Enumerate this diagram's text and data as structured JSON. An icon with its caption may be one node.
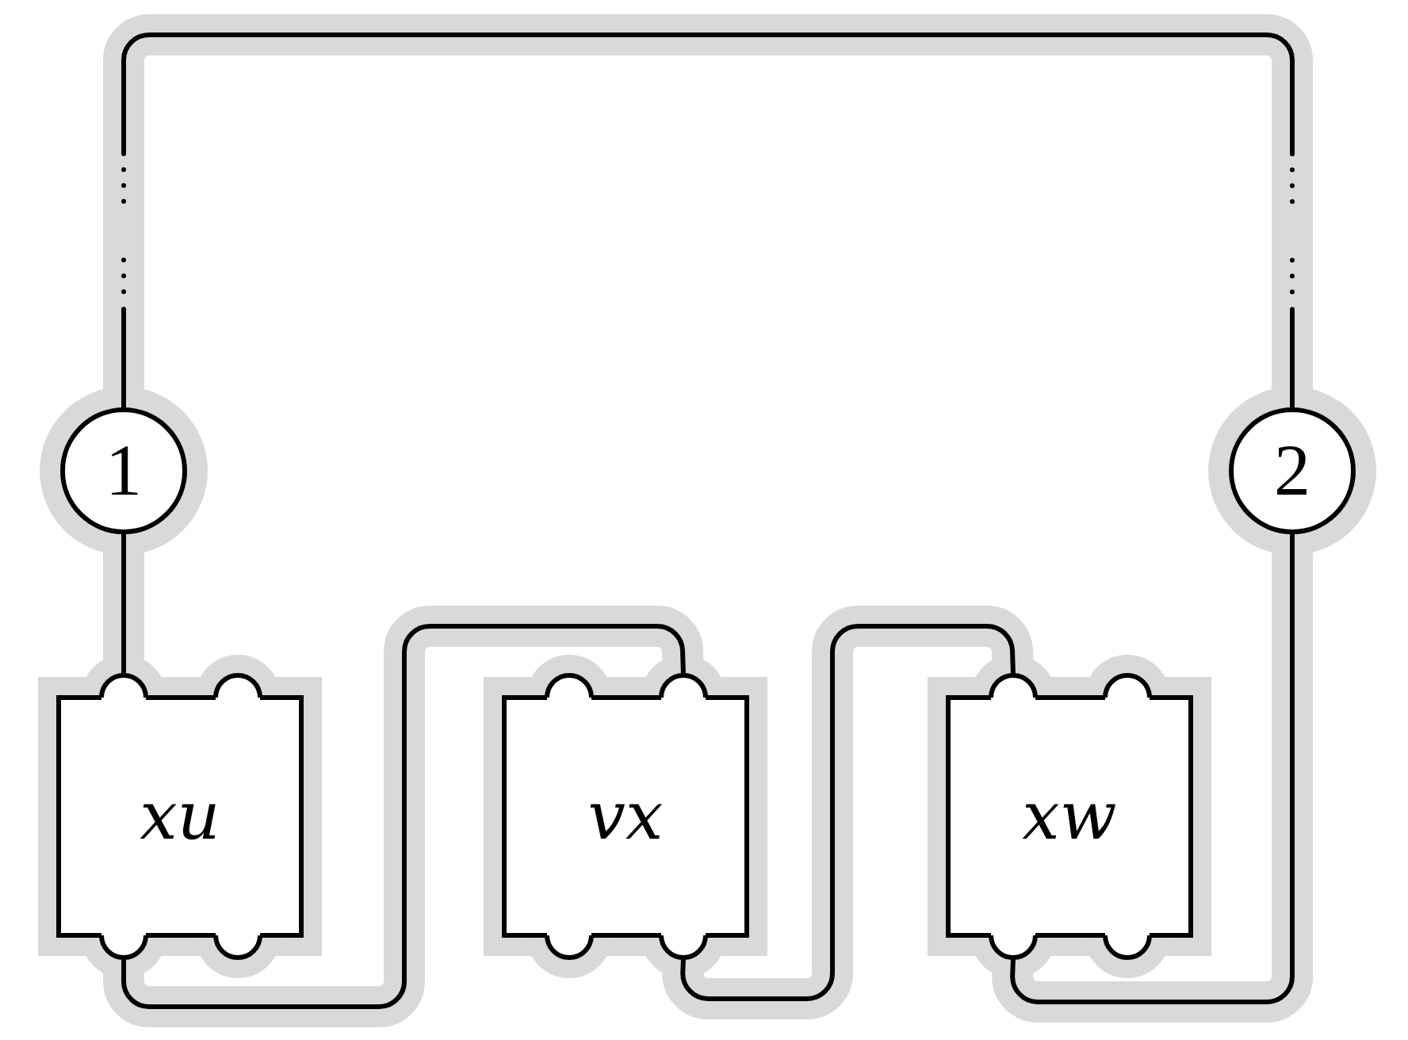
{
  "diagram": {
    "nodes": [
      {
        "text": [
          "1"
        ]
      },
      {
        "text": [
          "2"
        ]
      },
      {
        "text": [
          "xu"
        ]
      },
      {
        "text": [
          "vx"
        ]
      },
      {
        "text": [
          "xw"
        ]
      }
    ],
    "edges": [
      {
        "from": 0,
        "to": 1,
        "arrow": "none",
        "style": "dashed"
      },
      {
        "from": 0,
        "to": 2,
        "arrow": "none"
      },
      {
        "from": 2,
        "to": 3,
        "arrow": "none"
      },
      {
        "from": 3,
        "to": 4,
        "arrow": "none"
      },
      {
        "from": 4,
        "to": 1,
        "arrow": "none"
      }
    ]
  }
}
